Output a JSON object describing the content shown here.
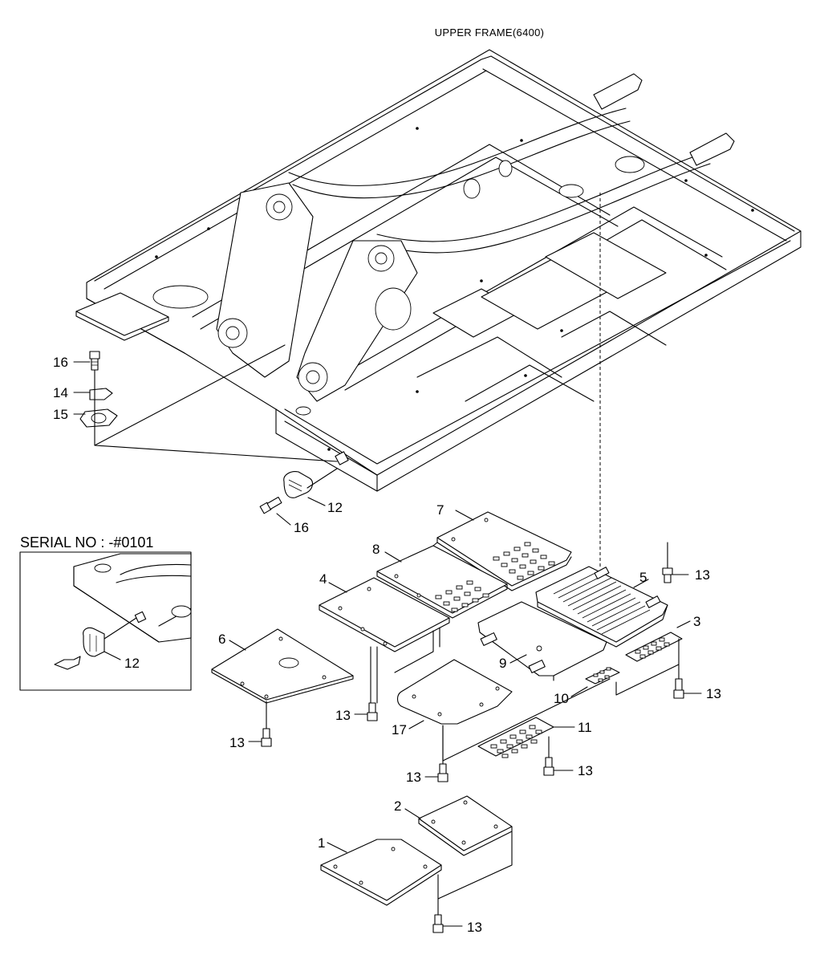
{
  "diagram": {
    "title": "UPPER FRAME(6400)",
    "inset": {
      "title": "SERIAL NO : -#0101",
      "callout": "12"
    },
    "callouts": [
      {
        "id": "c1",
        "label": "1"
      },
      {
        "id": "c2",
        "label": "2"
      },
      {
        "id": "c3",
        "label": "3"
      },
      {
        "id": "c4",
        "label": "4"
      },
      {
        "id": "c5",
        "label": "5"
      },
      {
        "id": "c6",
        "label": "6"
      },
      {
        "id": "c7",
        "label": "7"
      },
      {
        "id": "c8",
        "label": "8"
      },
      {
        "id": "c9",
        "label": "9"
      },
      {
        "id": "c10",
        "label": "10"
      },
      {
        "id": "c11",
        "label": "11"
      },
      {
        "id": "c12",
        "label": "12"
      },
      {
        "id": "c13a",
        "label": "13"
      },
      {
        "id": "c13b",
        "label": "13"
      },
      {
        "id": "c13c",
        "label": "13"
      },
      {
        "id": "c13d",
        "label": "13"
      },
      {
        "id": "c13e",
        "label": "13"
      },
      {
        "id": "c13f",
        "label": "13"
      },
      {
        "id": "c13g",
        "label": "13"
      },
      {
        "id": "c14",
        "label": "14"
      },
      {
        "id": "c15",
        "label": "15"
      },
      {
        "id": "c16a",
        "label": "16"
      },
      {
        "id": "c16b",
        "label": "16"
      },
      {
        "id": "c17",
        "label": "17"
      }
    ]
  }
}
